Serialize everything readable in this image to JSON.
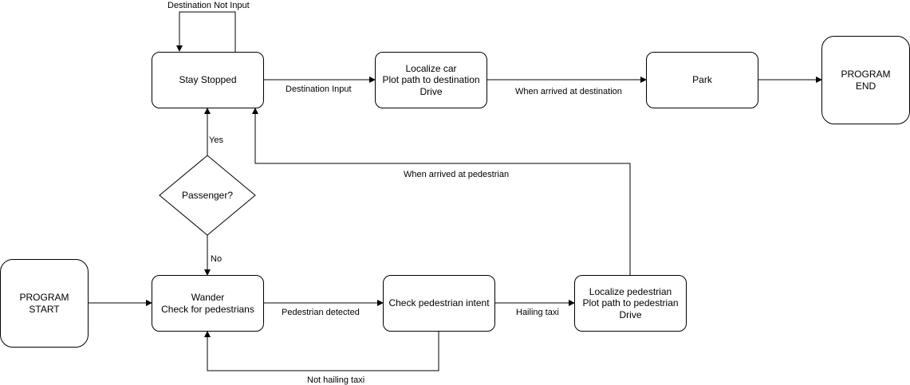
{
  "nodes": {
    "program_start": "PROGRAM\nSTART",
    "wander": "Wander\nCheck for pedestrians",
    "check_intent": "Check pedestrian intent",
    "localize_pedestrian": "Localize pedestrian\nPlot path to pedestrian\nDrive",
    "passenger": "Passenger?",
    "stay_stopped": "Stay Stopped",
    "localize_car": "Localize car\nPlot path to destination\nDrive",
    "park": "Park",
    "program_end": "PROGRAM\nEND"
  },
  "edges": {
    "destination_not_input": "Destination Not Input",
    "destination_input": "Destination Input",
    "arrived_destination": "When arrived at destination",
    "arrived_pedestrian": "When arrived at pedestrian",
    "yes": "Yes",
    "no": "No",
    "pedestrian_detected": "Pedestrian detected",
    "hailing_taxi": "Hailing taxi",
    "not_hailing_taxi": "Not hailing taxi"
  }
}
